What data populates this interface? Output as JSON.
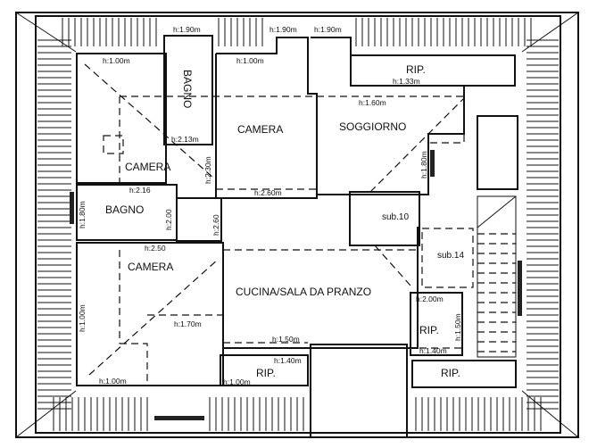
{
  "rooms": {
    "camera_nw": "CAMERA",
    "bagno_n": "BAGNO",
    "camera_n": "CAMERA",
    "soggiorno": "SOGGIORNO",
    "rip_ne": "RIP.",
    "bagno_w": "BAGNO",
    "camera_sw": "CAMERA",
    "cucina": "CUCINA/SALA DA PRANZO",
    "sub10": "sub.10",
    "sub14": "sub.14",
    "rip_small": "RIP.",
    "rip_se": "RIP.",
    "rip_s": "RIP."
  },
  "heights": {
    "bagno_top": "h:1.90m",
    "camera_n_top1": "h:1.90m",
    "camera_n_top2": "h:1.90m",
    "camera_nw_top": "h:1.00m",
    "camera_n_top": "h:1.00m",
    "rip_ne": "h:1.33m",
    "soggiorno": "h:1.60m",
    "bagno_n_bottom": "h:2.13m",
    "camera_nw_side": "h:2.30m",
    "camera_n_bottom": "h:2.60m",
    "soggiorno_side": "h:1.80m",
    "bagno_w_top": "h:2.16",
    "bagno_w_side": "h:1.80m",
    "corridor": "h:2.00",
    "corridor2": "h:2.60",
    "camera_sw_top": "h:2.50",
    "camera_sw_side": "h:1.00m",
    "camera_sw_mid": "h:1.70m",
    "camera_sw_bottom": "h:1.00m",
    "cucina_bottom": "h:1.50m",
    "rip_s_top": "h:1.40m",
    "rip_s_bottom": "h:1.00m",
    "rip_small_top": "h:2.00m",
    "rip_small_side": "h:1.50m",
    "rip_small_bottom": "h:1.40m"
  }
}
